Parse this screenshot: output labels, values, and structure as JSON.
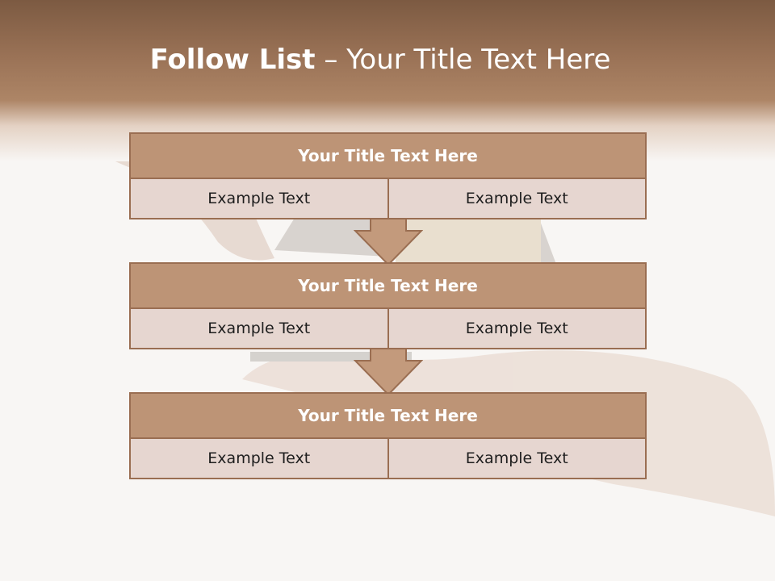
{
  "slide": {
    "title_bold": "Follow List",
    "title_rest": "– Your Title Text Here"
  },
  "blocks": [
    {
      "title": "Your Title Text Here",
      "left": "Example Text",
      "right": "Example Text"
    },
    {
      "title": "Your Title Text Here",
      "left": "Example Text",
      "right": "Example Text"
    },
    {
      "title": "Your Title Text Here",
      "left": "Example Text",
      "right": "Example Text"
    }
  ],
  "colors": {
    "header": "#9a7256",
    "block_head": "#bd9476",
    "block_border": "#9a6e52",
    "cell_fill": "#e6d6d0",
    "arrow": "#c39a7c"
  }
}
